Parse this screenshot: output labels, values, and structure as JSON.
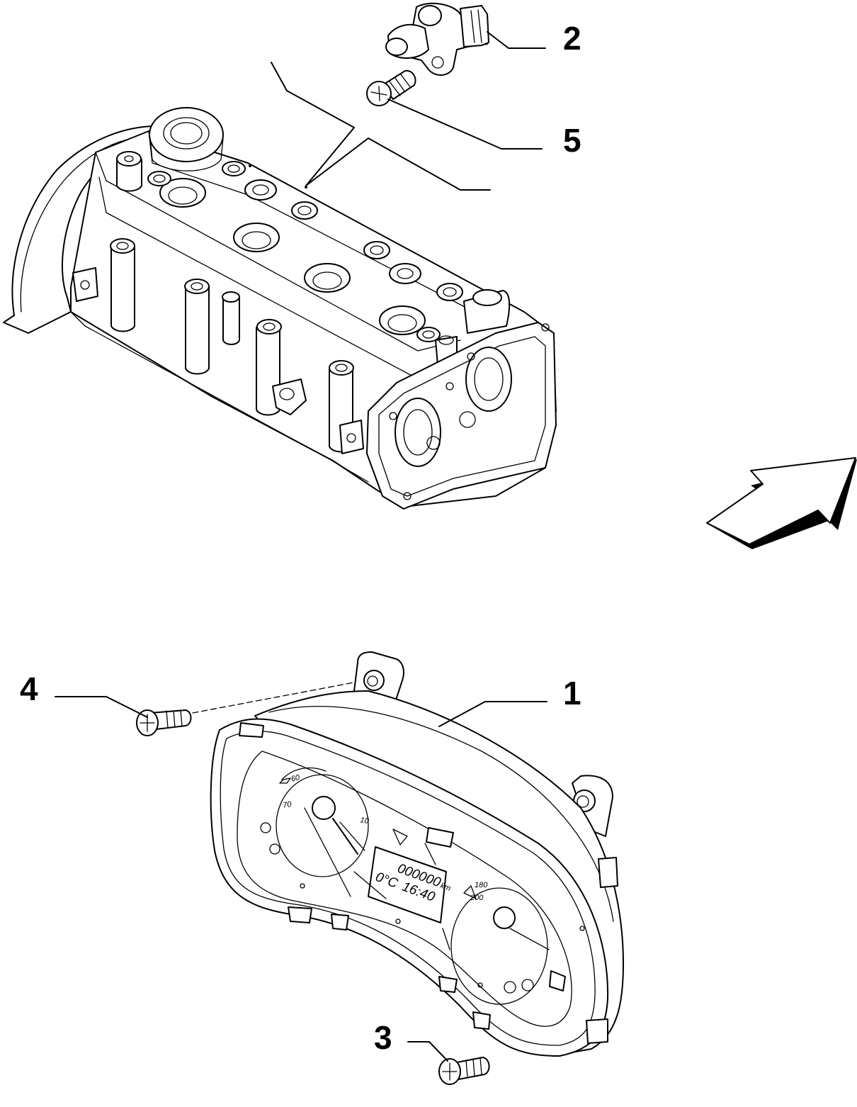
{
  "callouts": [
    {
      "id": "1",
      "label": "1"
    },
    {
      "id": "2",
      "label": "2"
    },
    {
      "id": "3",
      "label": "3"
    },
    {
      "id": "4",
      "label": "4"
    },
    {
      "id": "5",
      "label": "5"
    }
  ],
  "cluster": {
    "tach_labels": [
      "60",
      "70",
      "10"
    ],
    "speedo_labels": [
      "180",
      "200"
    ],
    "lcd_odometer": "000000",
    "lcd_unit": "km",
    "lcd_temp": "0°C",
    "lcd_time": "16:40"
  },
  "icons": {
    "direction_arrow": "arrow-icon"
  }
}
